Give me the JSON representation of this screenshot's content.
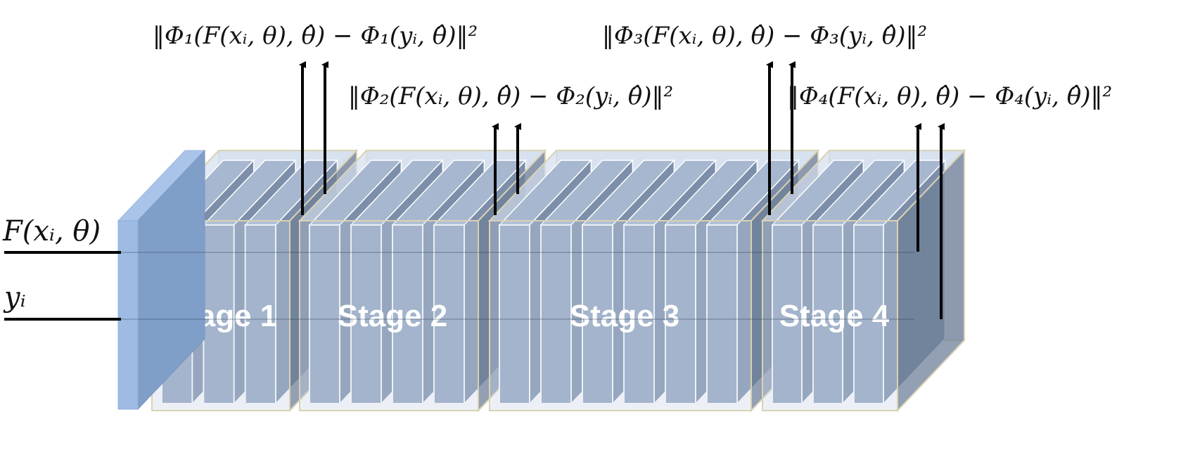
{
  "inputs": [
    {
      "label": "F(xᵢ, θ)"
    },
    {
      "label": "yᵢ"
    }
  ],
  "stages": [
    {
      "label": "Stage 1",
      "layers": 3,
      "loss": "‖Φ₁(F(xᵢ, θ), θ̂) − Φ₁(yᵢ, θ̂)‖²"
    },
    {
      "label": "Stage 2",
      "layers": 4,
      "loss": "‖Φ₂(F(xᵢ, θ), θ̂) − Φ₂(yᵢ, θ̂)‖²"
    },
    {
      "label": "Stage 3",
      "layers": 6,
      "loss": "‖Φ₃(F(xᵢ, θ), θ̂) − Φ₃(yᵢ, θ̂)‖²"
    },
    {
      "label": "Stage 4",
      "layers": 3,
      "loss": "‖Φ₄(F(xᵢ, θ), θ̂) − Φ₄(yᵢ, θ̂)‖²"
    }
  ],
  "colors": {
    "input_slab": "#9dbbe3",
    "stage_box": "#c8d4e6",
    "layer_face": "#8fa3bf",
    "layer_edge": "#ffffff",
    "arrow": "#000000"
  }
}
